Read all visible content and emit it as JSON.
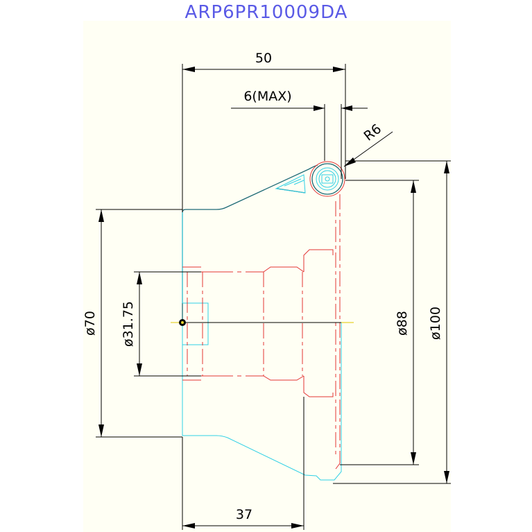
{
  "drawing": {
    "title": "ARP6PR10009DA",
    "dimensions": {
      "overall_length": "50",
      "max_depth": "6(MAX)",
      "corner_radius": "R6",
      "body_diameter": "ø70",
      "bore_diameter": "ø31.75",
      "inner_diameter": "ø88",
      "outer_diameter": "ø100",
      "body_length": "37"
    }
  },
  "colors": {
    "title": "#5a5ae6",
    "outline": "#1f6b77",
    "profile": "#2fd0e6",
    "hidden": "#e33535",
    "dimension": "#000000",
    "background": "#fffff4",
    "centerline": "#e6d22e"
  }
}
